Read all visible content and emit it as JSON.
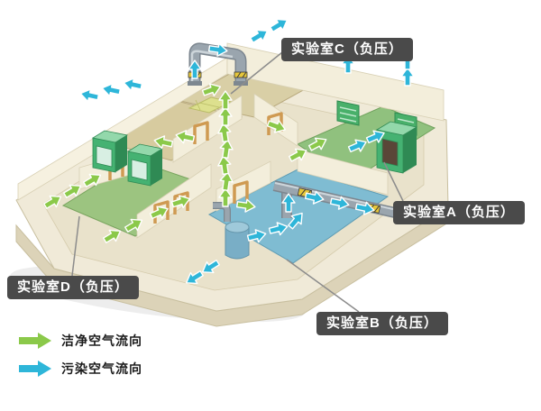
{
  "callouts": {
    "lab_c": "实验室C（负压）",
    "lab_a": "实验室A（负压）",
    "lab_d": "实验室D（负压）",
    "lab_b": "实验室B（负压）"
  },
  "legend": {
    "clean_label": "洁净空气流向",
    "polluted_label": "污染空气流向"
  },
  "colors": {
    "clean_arrow": "#8bc94a",
    "polluted_arrow": "#2eb6d9",
    "callout_bg": "#4a4a4a",
    "callout_text": "#ffffff"
  }
}
